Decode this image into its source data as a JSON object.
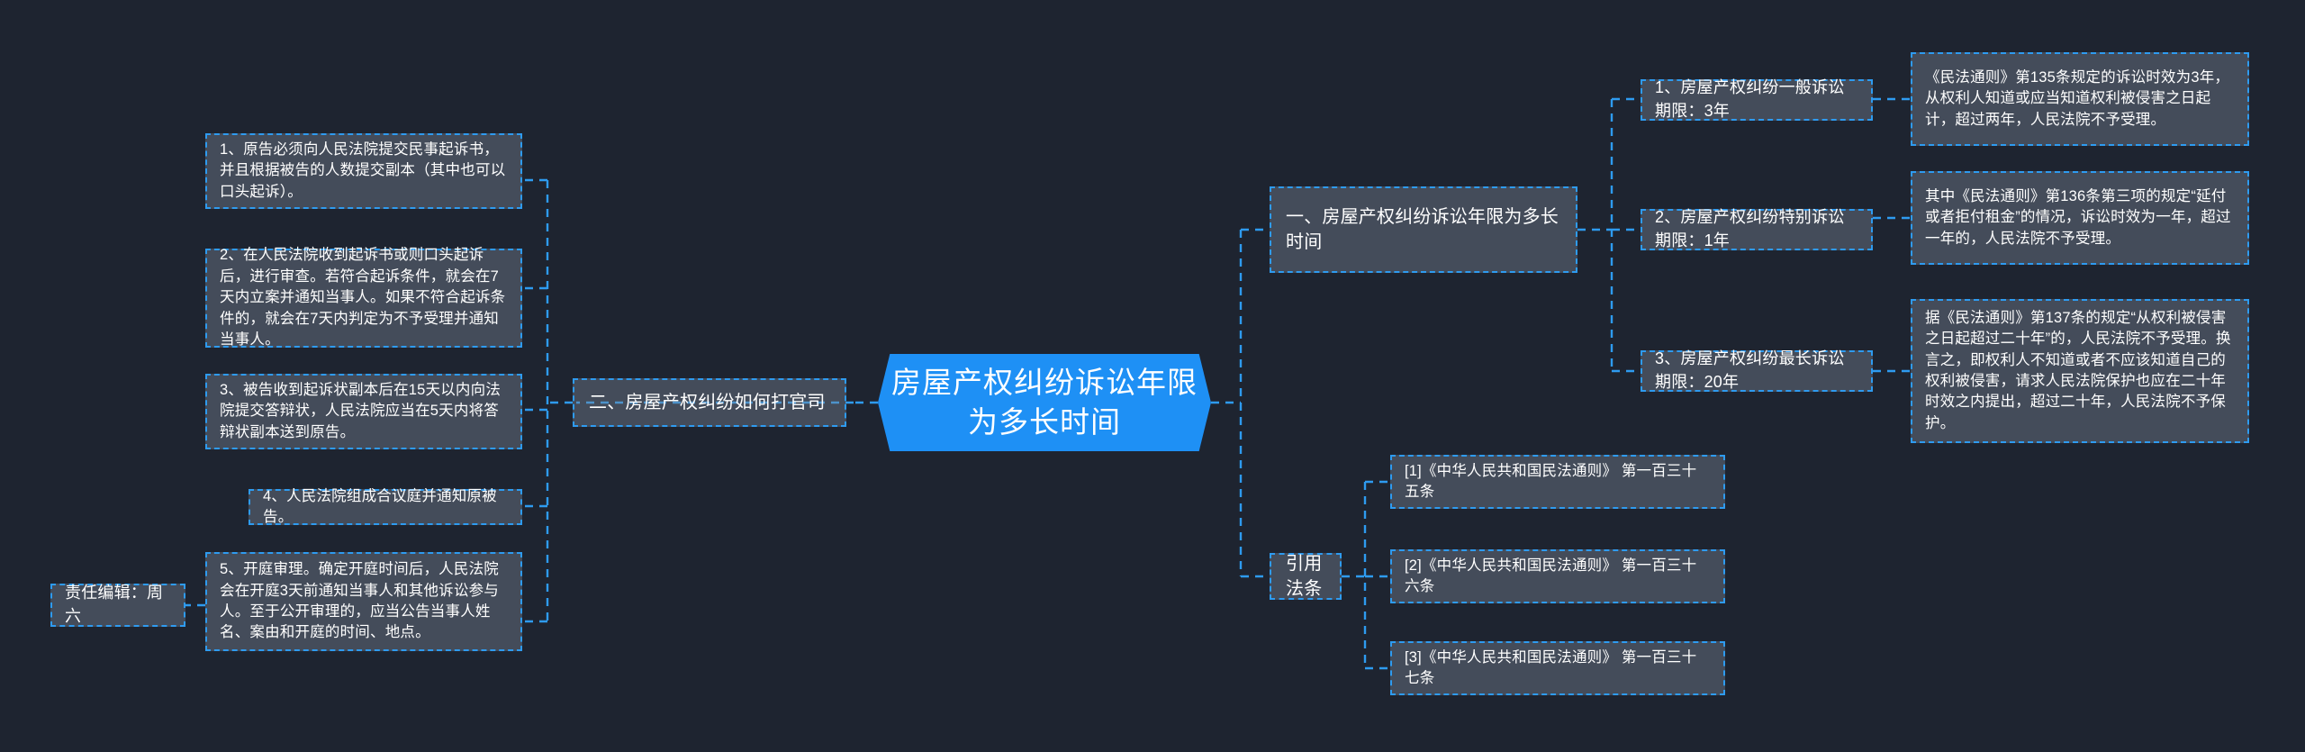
{
  "theme": {
    "background": "#1e2430",
    "accent": "#1e90f5",
    "connector": "#2e9bf0",
    "node_fill": "rgba(122,133,150,0.42)",
    "text": "#ffffff"
  },
  "root": {
    "label": "房屋产权纠纷诉讼年限为多长时间"
  },
  "branches": {
    "right_top": {
      "label": "一、房屋产权纠纷诉讼年限为多长时间",
      "children": [
        {
          "label": "1、房屋产权纠纷一般诉讼期限：3年",
          "detail": "《民法通则》第135条规定的诉讼时效为3年，从权利人知道或应当知道权利被侵害之日起计，超过两年，人民法院不予受理。"
        },
        {
          "label": "2、房屋产权纠纷特别诉讼期限：1年",
          "detail": "其中《民法通则》第136条第三项的规定“延付或者拒付租金”的情况，诉讼时效为一年，超过一年的，人民法院不予受理。"
        },
        {
          "label": "3、房屋产权纠纷最长诉讼期限：20年",
          "detail": "据《民法通则》第137条的规定“从权利被侵害之日起超过二十年”的，人民法院不予受理。换言之，即权利人不知道或者不应该知道自己的权利被侵害，请求人民法院保护也应在二十年时效之内提出，超过二十年，人民法院不予保护。"
        }
      ]
    },
    "right_bottom": {
      "label": "引用法条",
      "children": [
        {
          "label": "[1]《中华人民共和国民法通则》 第一百三十五条"
        },
        {
          "label": "[2]《中华人民共和国民法通则》 第一百三十六条"
        },
        {
          "label": "[3]《中华人民共和国民法通则》 第一百三十七条"
        }
      ]
    },
    "left": {
      "label": "二、房屋产权纠纷如何打官司",
      "children": [
        {
          "label": "1、原告必须向人民法院提交民事起诉书，并且根据被告的人数提交副本（其中也可以口头起诉）。"
        },
        {
          "label": "2、在人民法院收到起诉书或则口头起诉后，进行审查。若符合起诉条件，就会在7天内立案并通知当事人。如果不符合起诉条件的，就会在7天内判定为不予受理并通知当事人。"
        },
        {
          "label": "3、被告收到起诉状副本后在15天以内向法院提交答辩状，人民法院应当在5天内将答辩状副本送到原告。"
        },
        {
          "label": "4、人民法院组成合议庭并通知原被告。"
        },
        {
          "label": "5、开庭审理。确定开庭时间后，人民法院会在开庭3天前通知当事人和其他诉讼参与人。至于公开审理的，应当公告当事人姓名、案由和开庭的时间、地点。"
        }
      ]
    }
  },
  "editor": {
    "label": "责任编辑：周六"
  }
}
